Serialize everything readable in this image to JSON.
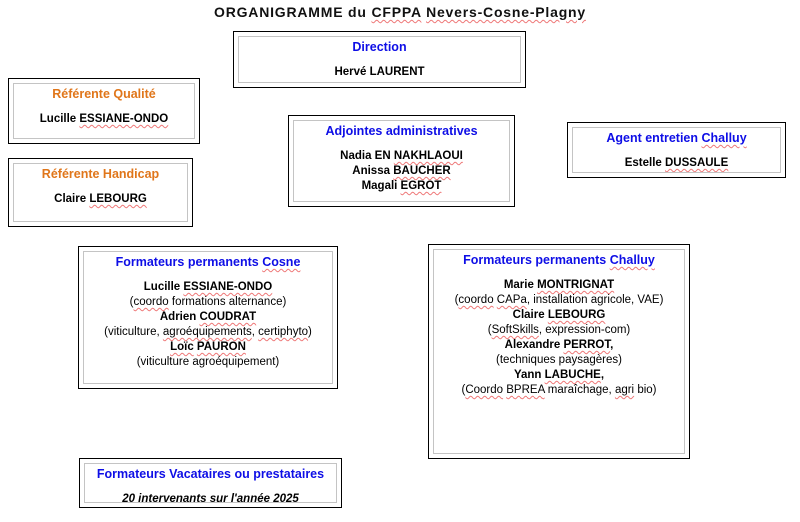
{
  "colors": {
    "heading_blue": "#0e0ee6",
    "heading_orange": "#e0761a",
    "squiggle": "#ee7777",
    "inner_border": "#c4c4c4"
  },
  "title": {
    "parts": [
      {
        "t": "ORGANIGRAMME du ",
        "sq": false
      },
      {
        "t": "CFPPA",
        "sq": true
      },
      {
        "t": " ",
        "sq": false
      },
      {
        "t": "Nevers-Cosne-Plagny",
        "sq": true
      }
    ]
  },
  "boxes": {
    "direction": {
      "heading": {
        "color": "blue",
        "parts": [
          {
            "t": "Direction",
            "sq": false
          }
        ]
      },
      "lines": [
        {
          "cls": "name",
          "parts": [
            {
              "t": "Hervé LAURENT",
              "sq": false
            }
          ]
        }
      ]
    },
    "qualite": {
      "heading": {
        "color": "orange",
        "parts": [
          {
            "t": "Référente Qualité",
            "sq": false
          }
        ]
      },
      "lines": [
        {
          "cls": "name",
          "parts": [
            {
              "t": "Lucille ",
              "sq": false
            },
            {
              "t": "ESSIANE-ONDO",
              "sq": true
            }
          ]
        }
      ]
    },
    "adjointes": {
      "heading": {
        "color": "blue",
        "parts": [
          {
            "t": "Adjointes administratives",
            "sq": false
          }
        ]
      },
      "lines": [
        {
          "cls": "name",
          "parts": [
            {
              "t": "Nadia EN ",
              "sq": false
            },
            {
              "t": "NAKHLAOUI",
              "sq": true
            }
          ]
        },
        {
          "cls": "name",
          "parts": [
            {
              "t": "Anissa ",
              "sq": false
            },
            {
              "t": "BAUCHER",
              "sq": true
            }
          ]
        },
        {
          "cls": "name",
          "parts": [
            {
              "t": "Magali ",
              "sq": false
            },
            {
              "t": "EGROT",
              "sq": true
            }
          ]
        }
      ]
    },
    "agent": {
      "heading": {
        "color": "blue",
        "parts": [
          {
            "t": "Agent entretien ",
            "sq": false
          },
          {
            "t": "Challuy",
            "sq": true
          }
        ]
      },
      "lines": [
        {
          "cls": "name",
          "parts": [
            {
              "t": "Estelle ",
              "sq": false
            },
            {
              "t": "DUSSAULE",
              "sq": true
            }
          ]
        }
      ]
    },
    "handicap": {
      "heading": {
        "color": "orange",
        "parts": [
          {
            "t": "Référente Handicap",
            "sq": false
          }
        ]
      },
      "lines": [
        {
          "cls": "name",
          "parts": [
            {
              "t": "Claire ",
              "sq": false
            },
            {
              "t": "LEBOURG",
              "sq": true
            }
          ]
        }
      ]
    },
    "cosne": {
      "heading": {
        "color": "blue",
        "parts": [
          {
            "t": "Formateurs permanents ",
            "sq": false
          },
          {
            "t": "Cosne",
            "sq": true
          }
        ]
      },
      "lines": [
        {
          "cls": "name",
          "parts": [
            {
              "t": "Lucille ",
              "sq": false
            },
            {
              "t": "ESSIANE-ONDO",
              "sq": true
            }
          ]
        },
        {
          "cls": "desc",
          "parts": [
            {
              "t": "(",
              "sq": false
            },
            {
              "t": "coordo",
              "sq": true
            },
            {
              "t": " formations alternance)",
              "sq": false
            }
          ]
        },
        {
          "cls": "name",
          "parts": [
            {
              "t": "Adrien ",
              "sq": false
            },
            {
              "t": "COUDRAT",
              "sq": true
            }
          ]
        },
        {
          "cls": "desc",
          "parts": [
            {
              "t": "(viticulture, ",
              "sq": false
            },
            {
              "t": "agroéquipements",
              "sq": true
            },
            {
              "t": ", ",
              "sq": false
            },
            {
              "t": "certiphyto",
              "sq": true
            },
            {
              "t": ")",
              "sq": false
            }
          ]
        },
        {
          "cls": "name",
          "parts": [
            {
              "t": "Loïc",
              "sq": true
            },
            {
              "t": " ",
              "sq": false
            },
            {
              "t": "PAURON",
              "sq": true
            }
          ]
        },
        {
          "cls": "desc",
          "parts": [
            {
              "t": "(viticulture agroéquipement)",
              "sq": false
            }
          ]
        }
      ]
    },
    "challuy": {
      "heading": {
        "color": "blue",
        "parts": [
          {
            "t": "Formateurs permanents ",
            "sq": false
          },
          {
            "t": "Challuy",
            "sq": true
          }
        ]
      },
      "lines": [
        {
          "cls": "name",
          "parts": [
            {
              "t": "Marie ",
              "sq": false
            },
            {
              "t": "MONTRIGNAT",
              "sq": true
            }
          ]
        },
        {
          "cls": "desc",
          "parts": [
            {
              "t": "(",
              "sq": false
            },
            {
              "t": "coordo",
              "sq": true
            },
            {
              "t": " ",
              "sq": false
            },
            {
              "t": "CAPa",
              "sq": true
            },
            {
              "t": ", installation agricole, VAE)",
              "sq": false
            }
          ]
        },
        {
          "cls": "name",
          "parts": [
            {
              "t": "Claire ",
              "sq": false
            },
            {
              "t": "LEBOURG",
              "sq": true
            }
          ]
        },
        {
          "cls": "desc",
          "parts": [
            {
              "t": "(",
              "sq": false
            },
            {
              "t": "SoftSkills",
              "sq": true
            },
            {
              "t": ", expression-com)",
              "sq": false
            }
          ]
        },
        {
          "cls": "name",
          "parts": [
            {
              "t": "Alexandre ",
              "sq": false
            },
            {
              "t": "PERROT",
              "sq": true
            },
            {
              "t": ",",
              "sq": false
            }
          ]
        },
        {
          "cls": "desc",
          "parts": [
            {
              "t": "(techniques paysagères)",
              "sq": false
            }
          ]
        },
        {
          "cls": "name",
          "parts": [
            {
              "t": "Yann ",
              "sq": false
            },
            {
              "t": "LABUCHE",
              "sq": true
            },
            {
              "t": ",",
              "sq": false
            }
          ]
        },
        {
          "cls": "desc",
          "parts": [
            {
              "t": "(",
              "sq": false
            },
            {
              "t": "Coordo",
              "sq": true
            },
            {
              "t": " ",
              "sq": false
            },
            {
              "t": "BPREA",
              "sq": true
            },
            {
              "t": " maraîchage, ",
              "sq": false
            },
            {
              "t": "agri",
              "sq": true
            },
            {
              "t": " bio)",
              "sq": false
            }
          ]
        }
      ]
    },
    "vacataires": {
      "heading": {
        "color": "blue",
        "parts": [
          {
            "t": "Formateurs Vacataires ou prestataires",
            "sq": false
          }
        ]
      },
      "lines": [
        {
          "cls": "italic",
          "parts": [
            {
              "t": "20 intervenants sur l'année 2025",
              "sq": false
            }
          ]
        }
      ]
    }
  }
}
